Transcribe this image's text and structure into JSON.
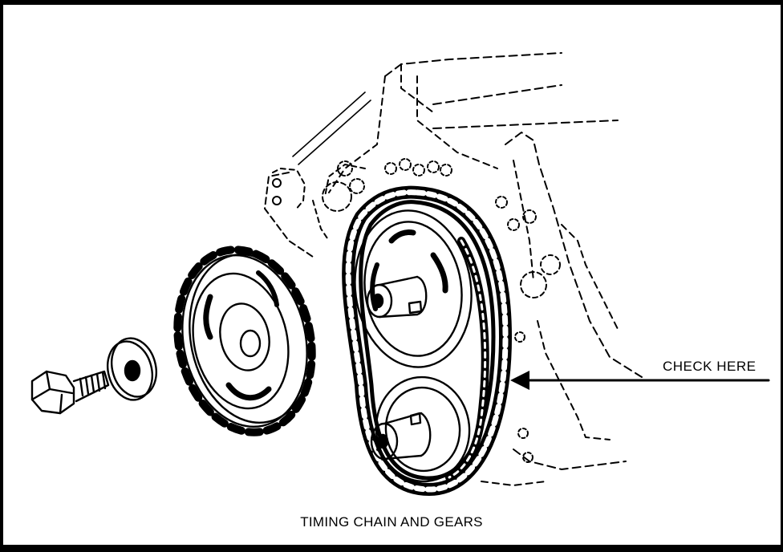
{
  "diagram": {
    "callout_label": "CHECK HERE",
    "caption": "TIMING CHAIN AND GEARS",
    "ink_color": "#000000",
    "background_color": "#ffffff",
    "parts": {
      "bolt_icon": "hex-bolt",
      "washer_icon": "flat-washer",
      "sprocket_icon": "camshaft-sprocket",
      "chain_icon": "timing-chain",
      "block_icon": "engine-block"
    }
  }
}
